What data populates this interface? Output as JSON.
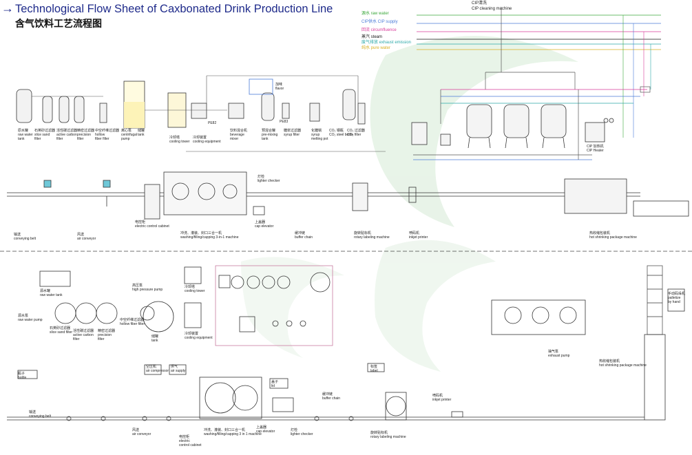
{
  "title": {
    "en": "Technological Flow Sheet of Caxbonated Drink Production Line",
    "cn": "含气饮料工艺流程图",
    "arrow": "→"
  },
  "legend": {
    "cip_header_cn": "CIP清洗",
    "cip_header_en": "CIP cleaning machine",
    "items": [
      {
        "text": "源水 raw water",
        "color": "#3aa83a"
      },
      {
        "text": "CIP供水 CIP supply",
        "color": "#4a7ad8"
      },
      {
        "text": "回流 circumfluence",
        "color": "#d83a9a"
      },
      {
        "text": "蒸汽 steam",
        "color": "#111111"
      },
      {
        "text": "废气排放 exhaust emission",
        "color": "#2aa8a8"
      },
      {
        "text": "纯水 pure water",
        "color": "#d8b020"
      }
    ]
  },
  "top_equipment": [
    {
      "cn": "原水罐",
      "en": "raw water\ntank"
    },
    {
      "cn": "石英砂过滤器",
      "en": "slice sand\nfilter"
    },
    {
      "cn": "活性碳过滤器",
      "en": "active carbon\nfilter"
    },
    {
      "cn": "精密过滤器",
      "en": "precision\nfilter"
    },
    {
      "cn": "中空纤维过滤器",
      "en": "hollow\nfiber filter"
    },
    {
      "cn": "离心泵",
      "en": "centrifugal\npump"
    },
    {
      "cn": "储罐",
      "en": "tank"
    },
    {
      "cn": "冷却塔",
      "en": "cooling tower"
    },
    {
      "cn": "冷却装置",
      "en": "cooling equipment"
    },
    {
      "cn": "饮料混合机",
      "en": "beverage\nmixer"
    },
    {
      "cn": "预混合罐",
      "en": "pre-mixing\ntank"
    },
    {
      "cn": "糖浆过滤器",
      "en": "syrup filter"
    },
    {
      "cn": "化糖锅",
      "en": "syrup\nmelting pot"
    },
    {
      "cn": "CO₂ 钢瓶",
      "en": "CO₂ steel bottle"
    },
    {
      "cn": "CO₂ 过滤器",
      "en": "CO₂ filter"
    },
    {
      "cn": "加味",
      "en": "flavor"
    },
    {
      "cn": "CIP 加热机",
      "en": "CIP Heater"
    }
  ],
  "top_line": [
    {
      "cn": "输送",
      "en": "conveying belt"
    },
    {
      "cn": "风送",
      "en": "air conveyor"
    },
    {
      "cn": "电控柜",
      "en": "electric control cabinet"
    },
    {
      "cn": "冲洗、灌装、封口三合一机",
      "en": "washing/filling/capping 3-in-1 machine"
    },
    {
      "cn": "灯检",
      "en": "lighter checker"
    },
    {
      "cn": "上盖器",
      "en": "cap elevator"
    },
    {
      "cn": "缓冲链",
      "en": "buffer chain"
    },
    {
      "cn": "旋转贴标机",
      "en": "rotary labeling machine"
    },
    {
      "cn": "喷码机",
      "en": "inkjet printer"
    },
    {
      "cn": "热收缩包装机",
      "en": "hot shrinking package machine"
    }
  ],
  "bottom_labels": [
    {
      "cn": "源水罐",
      "en": "raw water tank"
    },
    {
      "cn": "源水泵",
      "en": "raw water pump"
    },
    {
      "cn": "石英砂过滤器",
      "en": "slice sand filter"
    },
    {
      "cn": "活性碳过滤器",
      "en": "active carbon\nfilter"
    },
    {
      "cn": "精密过滤器",
      "en": "precision\nfilter"
    },
    {
      "cn": "中空纤维过滤器",
      "en": "hollow fiber filter"
    },
    {
      "cn": "高压泵",
      "en": "high pressure pump"
    },
    {
      "cn": "储罐",
      "en": "tank"
    },
    {
      "cn": "冷却塔",
      "en": "cooling tower"
    },
    {
      "cn": "冷却装置",
      "en": "cooling equipment"
    },
    {
      "cn": "抽气泵",
      "en": "exhaust pump"
    },
    {
      "cn": "热收缩包装机",
      "en": "hot shrinking package machine"
    },
    {
      "cn": "手动码垛机",
      "en": "palletize\nby hand"
    },
    {
      "cn": "瓶子",
      "en": "bottle"
    },
    {
      "cn": "空压机",
      "en": "air compressor"
    },
    {
      "cn": "供气",
      "en": "air supply"
    },
    {
      "cn": "盖子",
      "en": "lid"
    },
    {
      "cn": "标签",
      "en": "label"
    },
    {
      "cn": "缓冲链",
      "en": "buffer chain"
    },
    {
      "cn": "喷码机",
      "en": "inkjet printer"
    },
    {
      "cn": "输送",
      "en": "conveying belt"
    },
    {
      "cn": "风送",
      "en": "air conveyor"
    },
    {
      "cn": "电控柜",
      "en": "electric\ncontrol cabinet"
    },
    {
      "cn": "冲洗、灌装、封口三合一机",
      "en": "washing/filling/capping 3 in 1 machine"
    },
    {
      "cn": "上盖器",
      "en": "cap elevator"
    },
    {
      "cn": "灯检",
      "en": "lighter checker"
    },
    {
      "cn": "旋转贴标机",
      "en": "rotary labeling machine"
    }
  ],
  "pipe_tags": [
    "PE82",
    "PE83"
  ],
  "colors": {
    "title": "#1e2a8a",
    "line": "#333333",
    "watermark": "#cfe6cf",
    "pink_box": "#c87aa0"
  }
}
